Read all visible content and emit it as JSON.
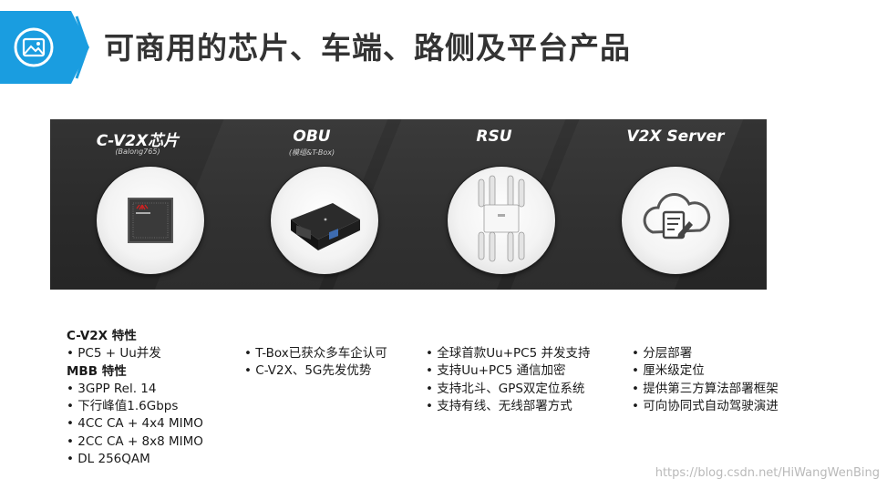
{
  "header": {
    "title": "可商用的芯片、车端、路侧及平台产品",
    "badge_icon": "image-icon",
    "accent": "#1a9de0"
  },
  "products": [
    {
      "name": "C-V2X芯片",
      "sub": "(Balong765)",
      "icon": "chip-icon"
    },
    {
      "name": "OBU",
      "sub": "(模组&T-Box)",
      "icon": "obu-box-icon"
    },
    {
      "name": "RSU",
      "sub": "",
      "icon": "rsu-antenna-icon"
    },
    {
      "name": "V2X Server",
      "sub": "",
      "icon": "cloud-server-icon"
    }
  ],
  "features": {
    "chip": {
      "heading1": "C-V2X 特性",
      "items1": [
        "PC5 + Uu并发"
      ],
      "heading2": "MBB 特性",
      "items2": [
        "3GPP Rel. 14",
        "下行峰值1.6Gbps",
        "4CC CA + 4x4 MIMO",
        "2CC CA + 8x8 MIMO",
        "DL 256QAM"
      ]
    },
    "obu": [
      "T-Box已获众多车企认可",
      "C-V2X、5G先发优势"
    ],
    "rsu": [
      "全球首款Uu+PC5 并发支持",
      "支持Uu+PC5 通信加密",
      "支持北斗、GPS双定位系统",
      "支持有线、无线部署方式"
    ],
    "server": [
      "分层部署",
      "厘米级定位",
      "提供第三方算法部署框架",
      "可向协同式自动驾驶演进"
    ]
  },
  "watermark": "https://blog.csdn.net/HiWangWenBing"
}
